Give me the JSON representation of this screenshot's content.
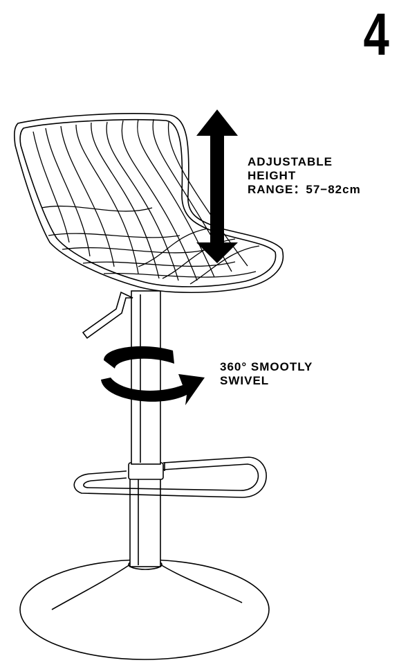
{
  "page_number": "4",
  "height_label": {
    "line1": "ADJUSTABLE",
    "line2": "HEIGHT",
    "line3": "RANGE：57−82cm"
  },
  "swivel_label": {
    "line1": "360° SMOOTLY",
    "line2": "SWIVEL"
  },
  "colors": {
    "ink": "#000000",
    "paper": "#ffffff"
  }
}
